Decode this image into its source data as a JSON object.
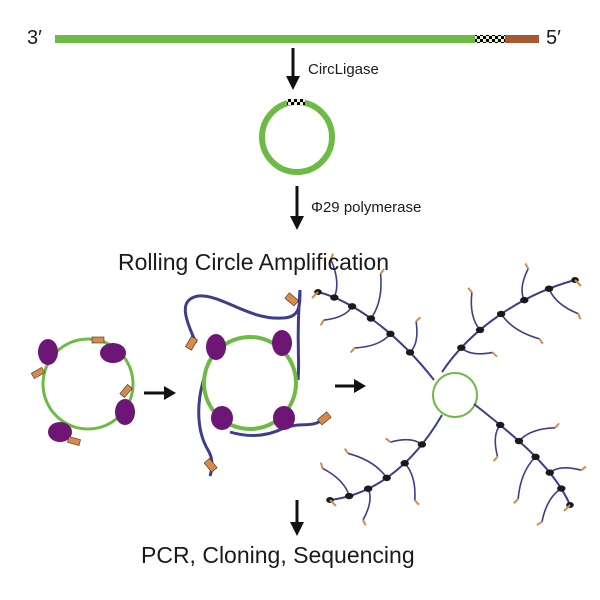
{
  "strand": {
    "left_end": "3′",
    "right_end": "5′"
  },
  "steps": [
    {
      "label": "CircLigase"
    },
    {
      "label": "Φ29 polymerase"
    }
  ],
  "heading": "Rolling Circle Amplification",
  "footer": "PCR, Cloning, Sequencing",
  "colors": {
    "template_strand": "#6dbb45",
    "adapter": "#a8572f",
    "product_strand": "#3d3d8c",
    "polymerase": "#6d1675",
    "primer": "#d98a45",
    "node": "#1a1a1a",
    "arrow": "#111111"
  }
}
